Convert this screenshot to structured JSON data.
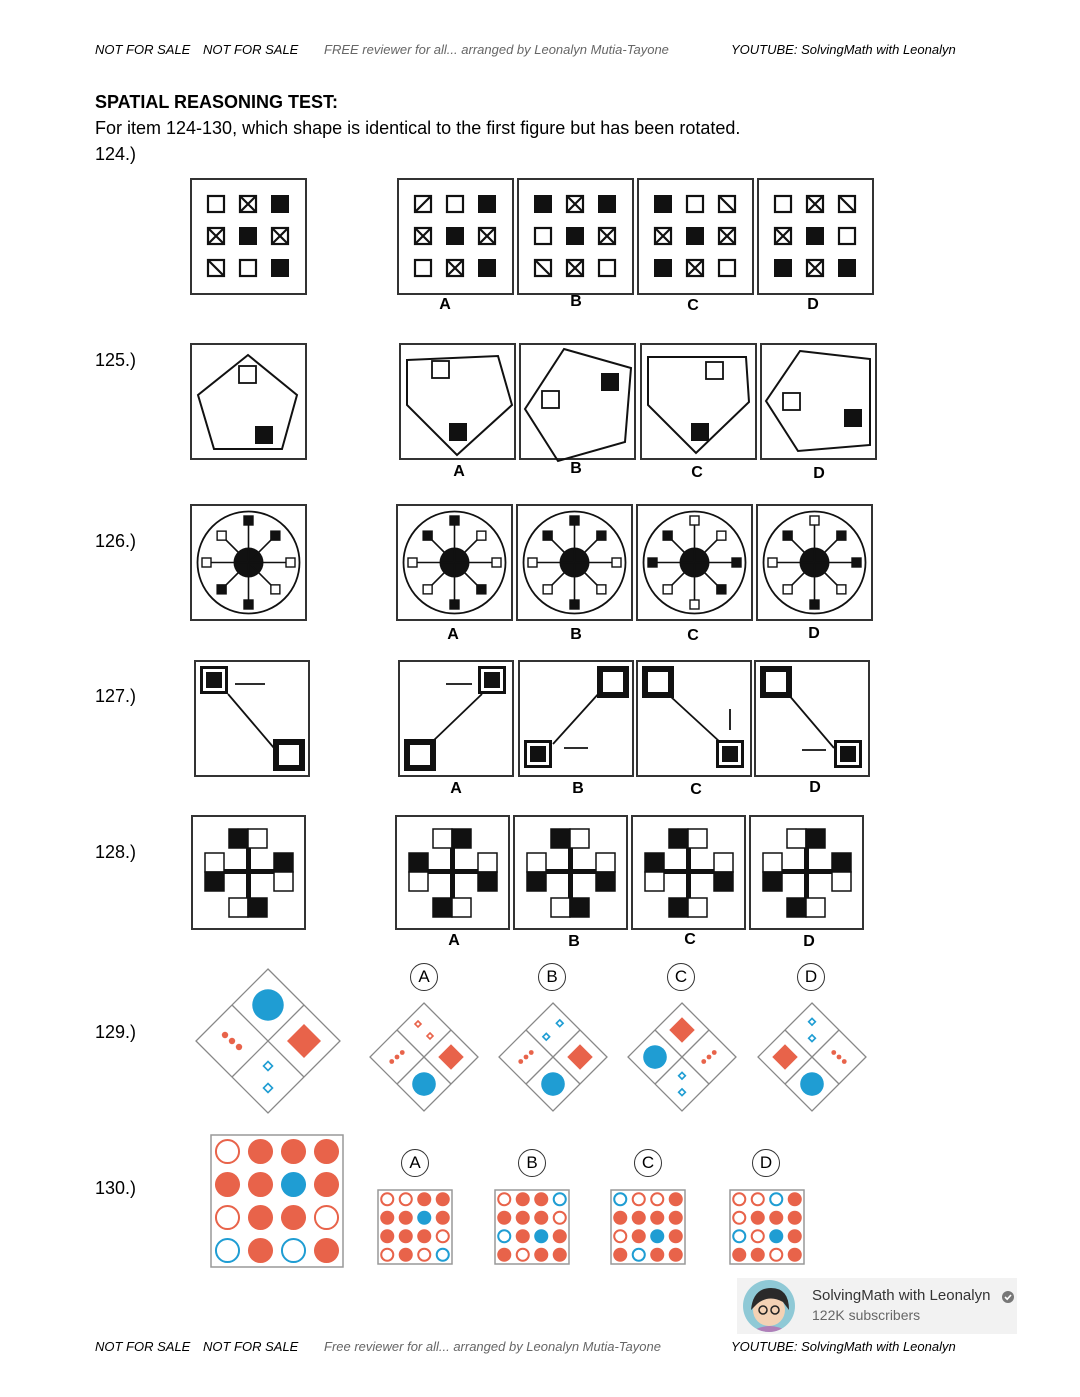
{
  "header": {
    "nfs1": "NOT FOR SALE",
    "nfs2": "NOT FOR SALE",
    "free": "FREE reviewer for all... arranged by Leonalyn Mutia-Tayone",
    "youtube": "YOUTUBE: SolvingMath with Leonalyn"
  },
  "footer": {
    "nfs1": "NOT FOR SALE",
    "nfs2": "NOT FOR SALE",
    "free": "Free reviewer for all... arranged by Leonalyn Mutia-Tayone",
    "youtube": "YOUTUBE: SolvingMath with Leonalyn"
  },
  "title": "SPATIAL REASONING TEST:",
  "instruction": "For item 124-130, which shape is identical to the first figure but has been rotated.",
  "items": [
    "124.)",
    "125.)",
    "126.)",
    "127.)",
    "128.)",
    "129.)",
    "130.)"
  ],
  "choices": [
    "A",
    "B",
    "C",
    "D"
  ],
  "colors": {
    "orange": "#e8634a",
    "blue": "#1f9dd3",
    "ink": "#111111"
  },
  "channel": {
    "name": "SolvingMath with Leonalyn",
    "subscribers": "122K subscribers",
    "verified_icon": "check-circle-icon"
  }
}
